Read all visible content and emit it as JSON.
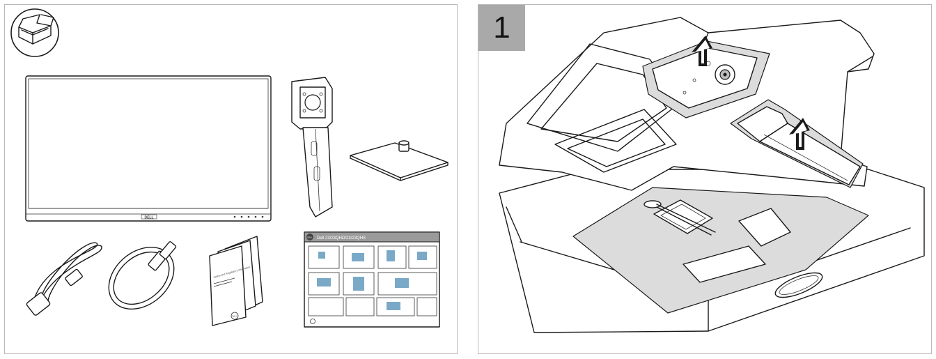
{
  "left_panel": {
    "monitor_brand": "DELL",
    "doc_brand": "DELL",
    "doc_title": "Safety and Regulatory Information",
    "qs_brand": "DELL",
    "qs_title": "Dell 23/23QHD/23/23QHS"
  },
  "right_panel": {
    "step_number": "1"
  },
  "colors": {
    "line": "#1a1a1a",
    "step_badge": "#a9a9a9",
    "shade": "#dcdcdc",
    "border": "#b9b9b9"
  }
}
